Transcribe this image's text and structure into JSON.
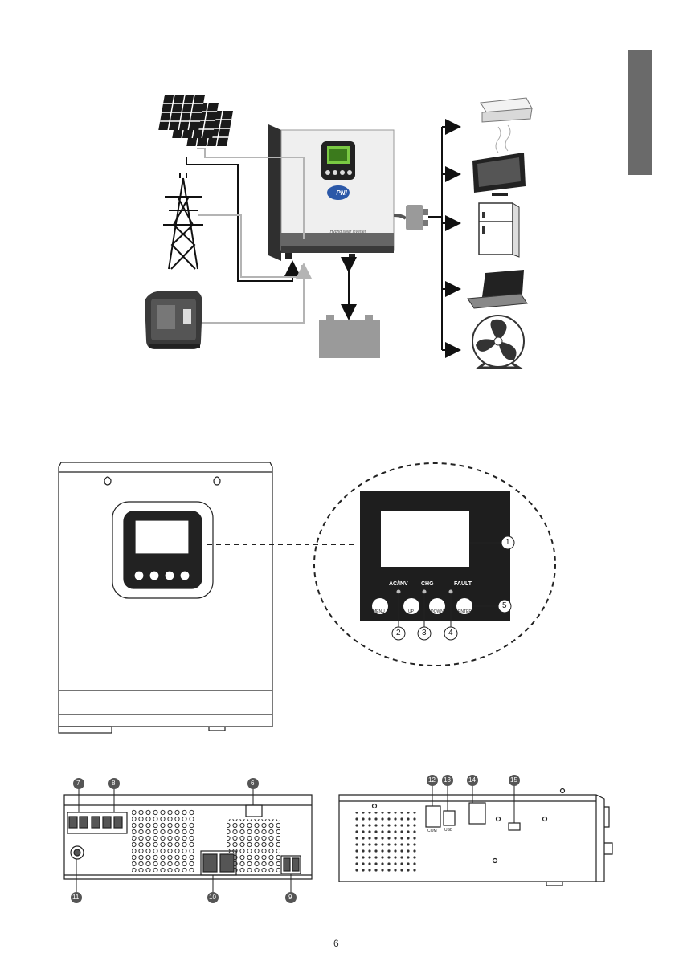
{
  "inverter": {
    "product_label": "Hybrid solar inverter"
  },
  "control_panel": {
    "leds": {
      "ac_inv": "AC/INV",
      "chg": "CHG",
      "fault": "FAULT"
    },
    "buttons": {
      "menu": "MENU",
      "up": "UP",
      "down": "DOWN",
      "enter": "ENTER"
    },
    "callouts": [
      "1",
      "2",
      "3",
      "4",
      "5"
    ]
  },
  "ports": {
    "callouts_front": [
      "6",
      "7",
      "8",
      "9",
      "10",
      "11"
    ],
    "callouts_side": [
      "12",
      "13",
      "14",
      "15"
    ],
    "com_label": "COM",
    "usb_label": "USB"
  },
  "page_number": "6",
  "colors": {
    "tab": "#6a6a6a",
    "battery": "#9a9a9a",
    "callout_fill": "#555555",
    "arrow": "#111111",
    "grey_line": "#b4b4b4"
  }
}
